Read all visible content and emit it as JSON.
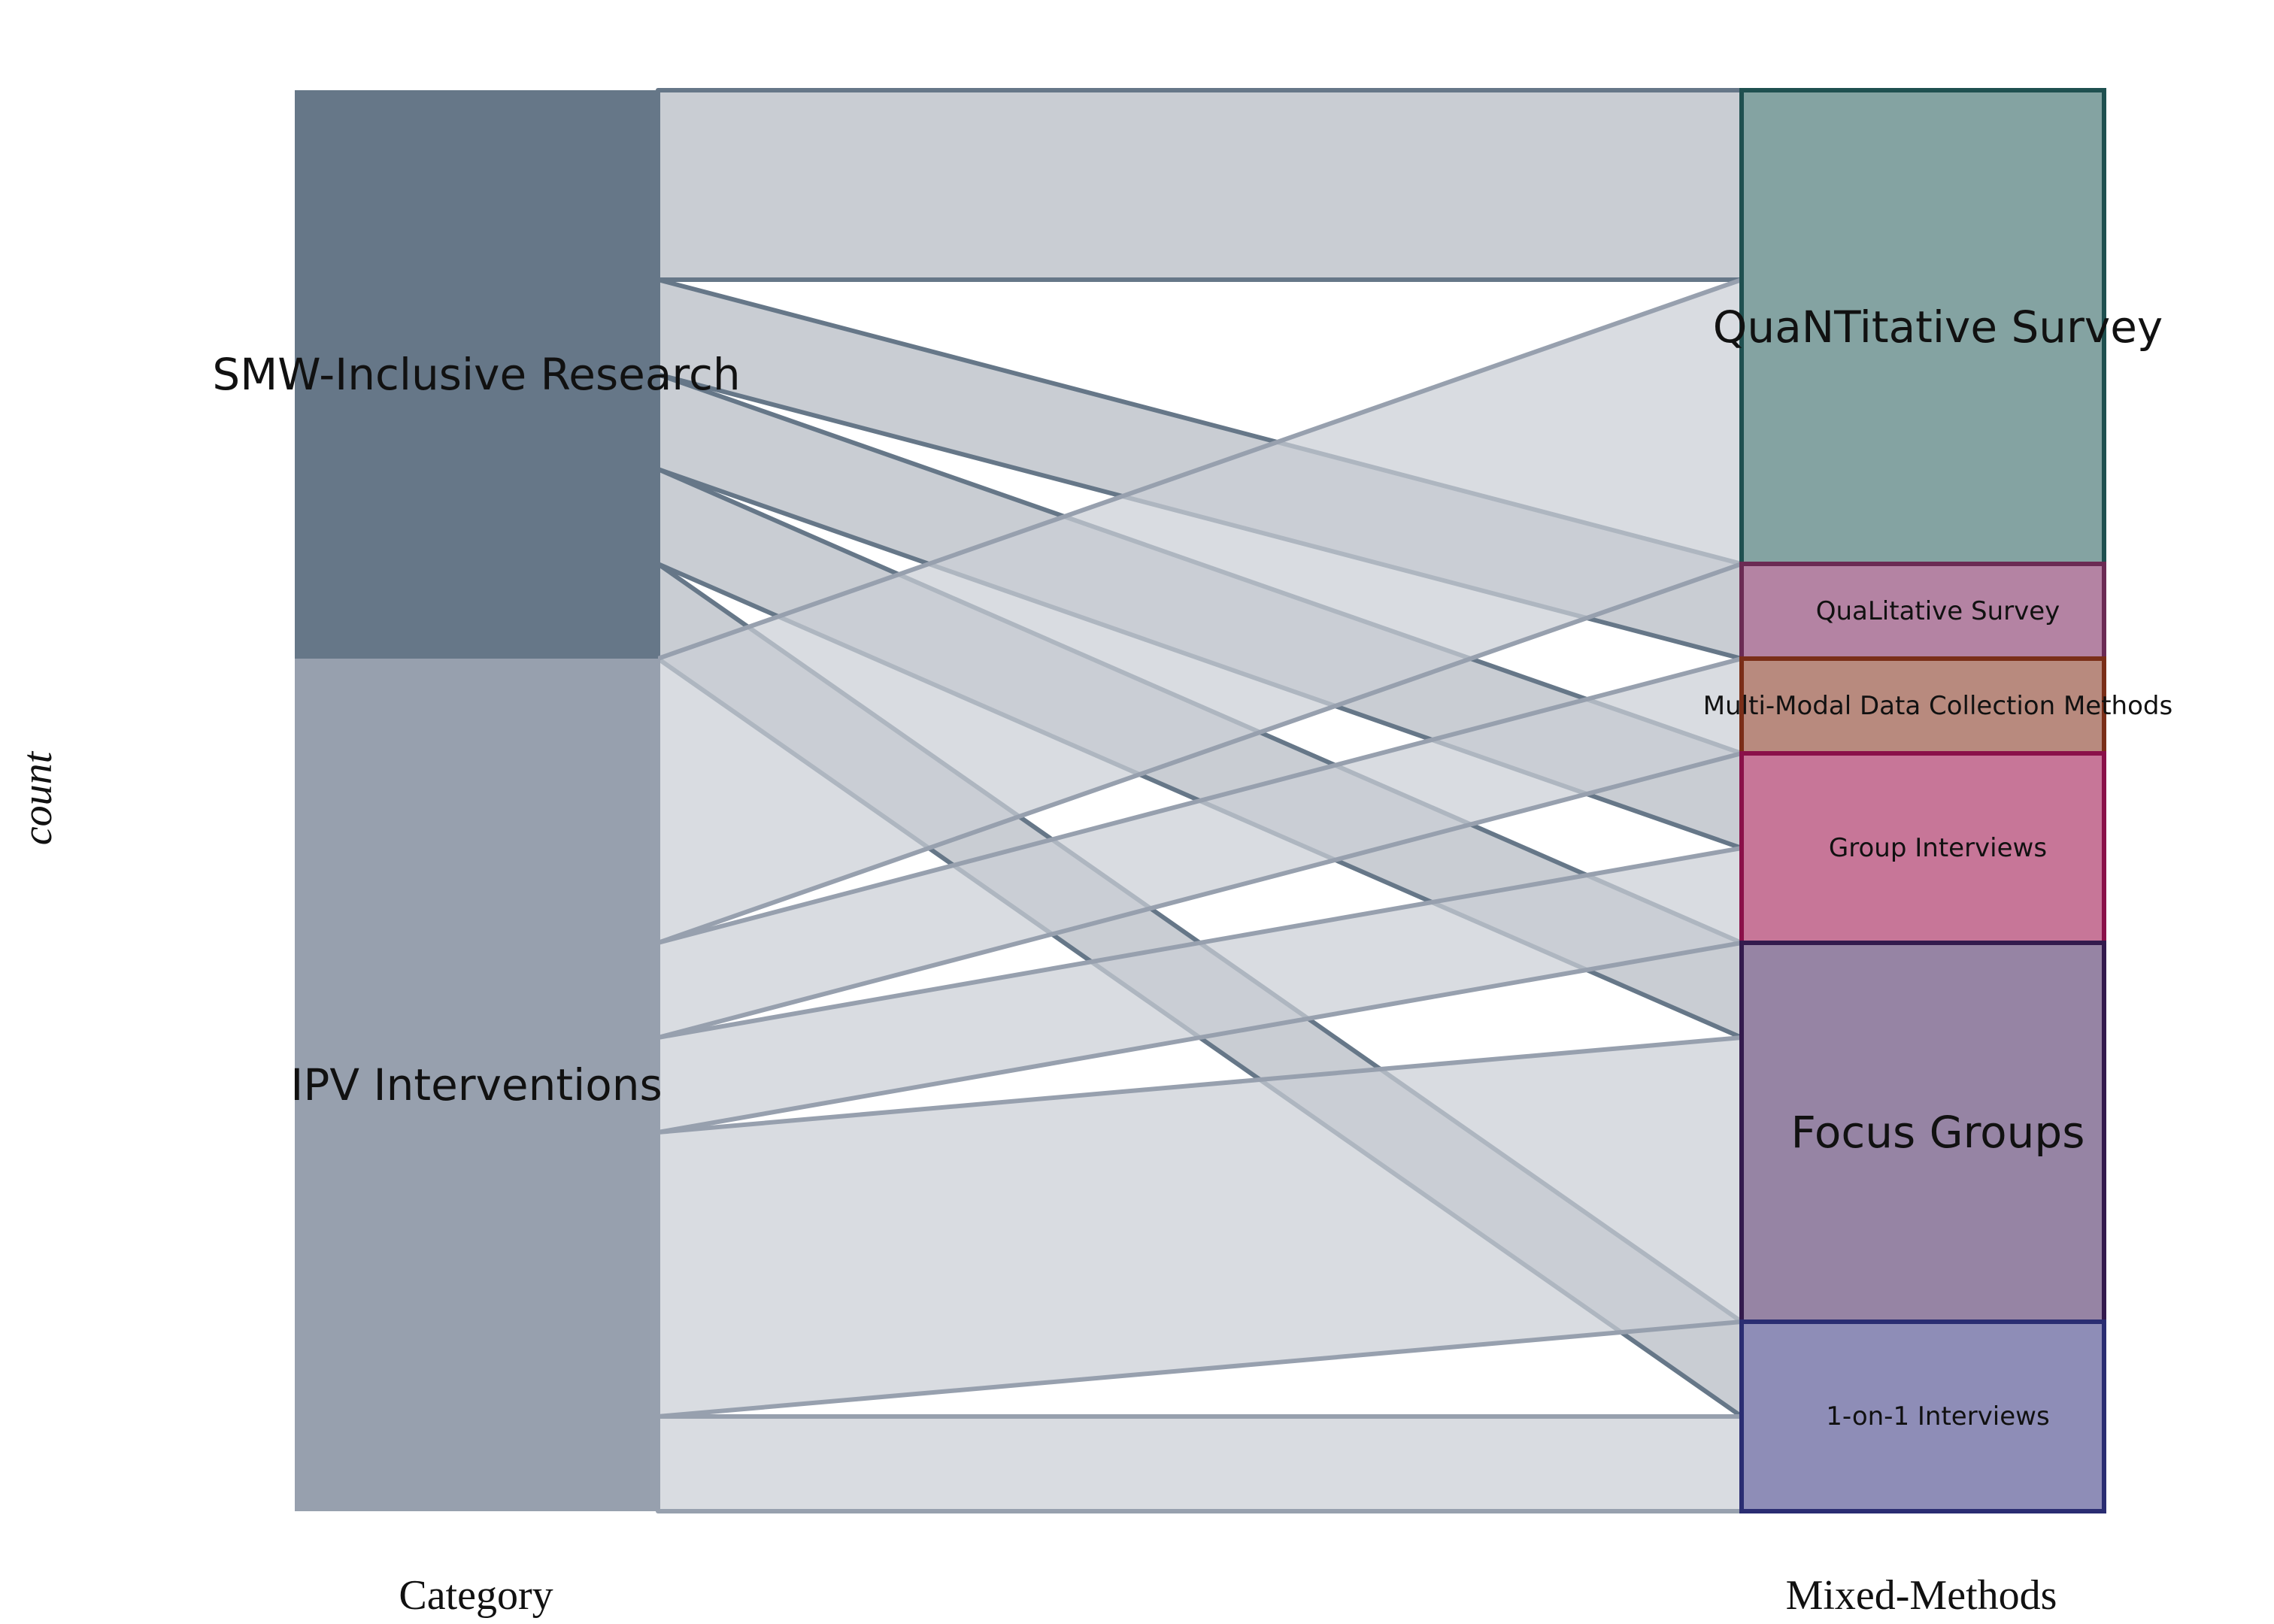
{
  "chart_data": {
    "type": "alluvial",
    "ylabel": "count",
    "axes": [
      {
        "label": "Category",
        "nodes": [
          "SMW-Inclusive Research",
          "IPV Interventions"
        ]
      },
      {
        "label": "Mixed-Methods",
        "nodes": [
          "QuaNTitative Survey",
          "QuaLitative Survey",
          "Multi-Modal Data Collection Methods",
          "Group Interviews",
          "Focus Groups",
          "1-on-1 Interviews"
        ]
      }
    ],
    "flows": [
      {
        "from": "SMW-Inclusive Research",
        "to": "QuaNTitative Survey",
        "value": 2
      },
      {
        "from": "SMW-Inclusive Research",
        "to": "QuaLitative Survey",
        "value": 1
      },
      {
        "from": "SMW-Inclusive Research",
        "to": "Group Interviews",
        "value": 1
      },
      {
        "from": "SMW-Inclusive Research",
        "to": "Focus Groups",
        "value": 1
      },
      {
        "from": "SMW-Inclusive Research",
        "to": "1-on-1 Interviews",
        "value": 1
      },
      {
        "from": "IPV Interventions",
        "to": "QuaNTitative Survey",
        "value": 3
      },
      {
        "from": "IPV Interventions",
        "to": "Multi-Modal Data Collection Methods",
        "value": 1
      },
      {
        "from": "IPV Interventions",
        "to": "Group Interviews",
        "value": 1
      },
      {
        "from": "IPV Interventions",
        "to": "Focus Groups",
        "value": 3
      },
      {
        "from": "IPV Interventions",
        "to": "1-on-1 Interviews",
        "value": 1
      }
    ],
    "colors": {
      "SMW-Inclusive Research": {
        "fill": "#667788",
        "stroke": "#667788"
      },
      "IPV Interventions": {
        "fill": "#97a0ae",
        "stroke": "#97a0ae"
      },
      "QuaNTitative Survey": {
        "fill": "#84a3a2",
        "stroke": "#1f5050"
      },
      "QuaLitative Survey": {
        "fill": "#b483a3",
        "stroke": "#6b2b54"
      },
      "Multi-Modal Data Collection Methods": {
        "fill": "#b88a7e",
        "stroke": "#7a2e18"
      },
      "Group Interviews": {
        "fill": "#c77698",
        "stroke": "#8a1049"
      },
      "Focus Groups": {
        "fill": "#9684a4",
        "stroke": "#331a4d"
      },
      "1-on-1 Interviews": {
        "fill": "#8e8db7",
        "stroke": "#2a2d72"
      },
      "flow_from_SMW-Inclusive Research": {
        "fill": "#b4bac2",
        "stroke": "#667788"
      },
      "flow_from_IPV Interventions": {
        "fill": "#cacfd6",
        "stroke": "#97a0ae"
      }
    },
    "label_sizes": {
      "QuaNTitative Survey": "large",
      "QuaLitative Survey": "small",
      "Multi-Modal Data Collection Methods": "small",
      "Group Interviews": "small",
      "Focus Groups": "large",
      "1-on-1 Interviews": "small",
      "SMW-Inclusive Research": "large",
      "IPV Interventions": "large"
    }
  }
}
